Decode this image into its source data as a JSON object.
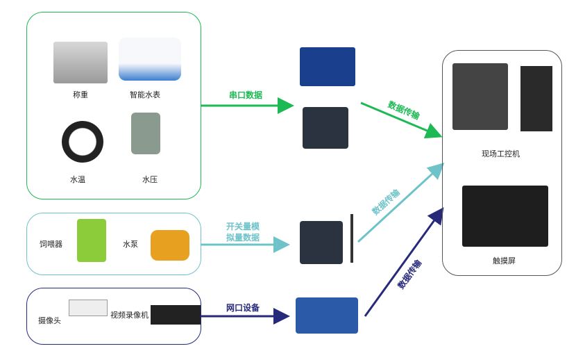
{
  "colors": {
    "green": "#1db954",
    "teal": "#6ec3c9",
    "navy": "#27297a",
    "gray": "#555555"
  },
  "groups": {
    "sensors": {
      "items": [
        "称重",
        "智能水表",
        "水温",
        "水压"
      ]
    },
    "actuators": {
      "items": [
        "饲喂器",
        "水泵"
      ]
    },
    "video": {
      "items": [
        "摄像头",
        "视频录像机"
      ]
    },
    "terminals": {
      "items": [
        "现场工控机",
        "触摸屏"
      ]
    }
  },
  "edges": {
    "serial": "串口数据",
    "io_line1": "开关量模",
    "io_line2": "拟量数据",
    "ethernet": "网口设备",
    "transfer_green": "数据传输",
    "transfer_teal": "数据传输",
    "transfer_navy": "数据传输"
  }
}
